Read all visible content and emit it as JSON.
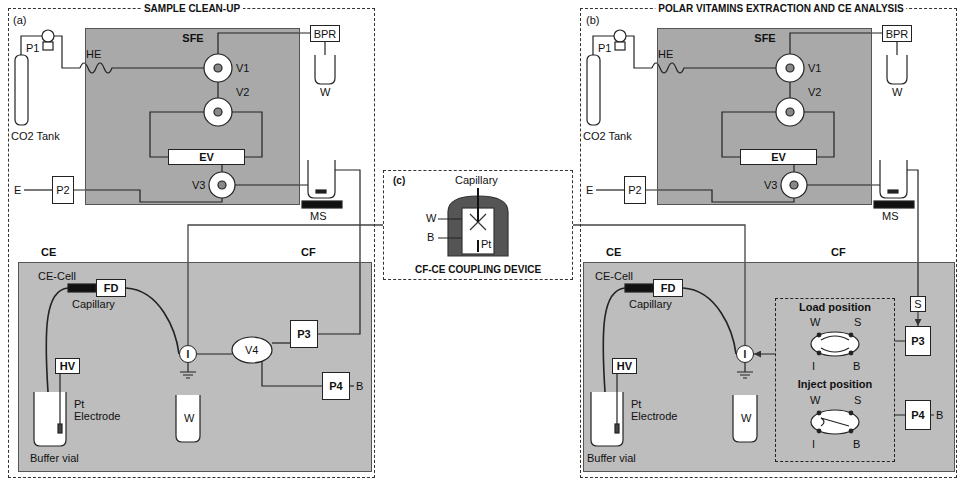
{
  "diagram": {
    "nodes": [
      {
        "text": [
          "SAMPLE CLEAN-UP"
        ]
      },
      {
        "text": [
          "SFE"
        ],
        "in": 0
      },
      {
        "text": [
          "BPR"
        ],
        "in": 0
      },
      {
        "text": [
          "EV"
        ],
        "in": 1
      },
      {
        "text": [
          "P2"
        ],
        "in": 0
      },
      {
        "text": [
          "CE",
          "CF"
        ],
        "in": 0
      },
      {
        "text": [
          "FD"
        ],
        "in": 5
      },
      {
        "text": [
          "HV"
        ],
        "in": 5
      },
      {
        "text": [
          "P3"
        ],
        "in": 5
      },
      {
        "text": [
          "P4"
        ],
        "in": 5
      },
      {
        "text": [
          "I"
        ],
        "in": 5
      },
      {
        "text": [
          "(c)",
          "CF-CE COUPLING DEVICE"
        ]
      },
      {
        "text": [
          "POLAR VITAMINS EXTRACTION AND CE ANALYSIS"
        ]
      },
      {
        "text": [
          "SFE"
        ],
        "in": 12
      },
      {
        "text": [
          "BPR"
        ],
        "in": 12
      },
      {
        "text": [
          "EV"
        ],
        "in": 13
      },
      {
        "text": [
          "P2"
        ],
        "in": 12
      },
      {
        "text": [
          "S"
        ],
        "in": 12
      },
      {
        "text": [
          "CE",
          "CF"
        ],
        "in": 12
      },
      {
        "text": [
          "FD"
        ],
        "in": 18
      },
      {
        "text": [
          "HV"
        ],
        "in": 18
      },
      {
        "text": [
          "I"
        ],
        "in": 18
      },
      {
        "text": [
          "Load position",
          "Inject position"
        ],
        "in": 18
      },
      {
        "text": [
          "P3"
        ],
        "in": 18
      },
      {
        "text": [
          "P4"
        ],
        "in": 18
      }
    ],
    "edges": [
      {
        "from": 11,
        "to": 10,
        "arrow": "none"
      },
      {
        "from": 11,
        "to": 21,
        "arrow": "none"
      },
      {
        "from": 17,
        "to": 23,
        "arrow": "to"
      },
      {
        "from": 23,
        "to": 22,
        "arrow": "none"
      },
      {
        "from": 22,
        "to": 21,
        "arrow": "to"
      }
    ],
    "labels": [
      "(a)",
      "P1",
      "HE",
      "V1",
      "V2",
      "CO2 Tank",
      "W",
      "E",
      "V3",
      "MS",
      "CE-Cell",
      "Capillary",
      "Pt Electrode",
      "Buffer vial",
      "V4",
      "W",
      "B",
      "Capillary",
      "W",
      "B",
      "Pt",
      "(b)",
      "P1",
      "HE",
      "V1",
      "V2",
      "CO2 Tank",
      "W",
      "E",
      "V3",
      "MS",
      "CE-Cell",
      "Capillary",
      "Pt Electrode",
      "Buffer vial",
      "W",
      "B",
      "W",
      "S",
      "I",
      "B",
      "W",
      "S",
      "I",
      "B"
    ]
  }
}
